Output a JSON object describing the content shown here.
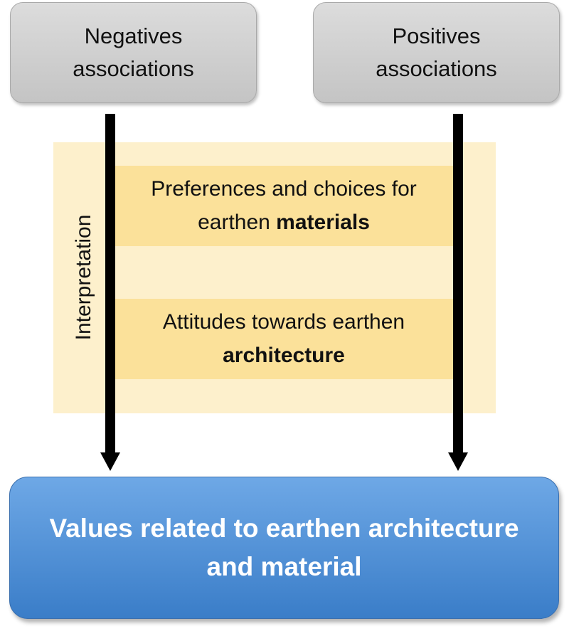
{
  "top_boxes": {
    "left": {
      "line1": "Negatives",
      "line2": "associations"
    },
    "right": {
      "line1": "Positives",
      "line2": "associations"
    }
  },
  "side_label": "Interpretation",
  "bands": [
    {
      "line1": "Preferences and choices for",
      "line2_plain": "earthen ",
      "line2_bold": "materials"
    },
    {
      "line1": "Attitudes towards earthen",
      "line2_plain": "",
      "line2_bold": "architecture"
    }
  ],
  "bottom_box": {
    "line1": "Values related to earthen architecture",
    "line2": "and material"
  },
  "colors": {
    "top_box": "#d0d0d0",
    "panel": "#fdf0cc",
    "band": "#fbe19a",
    "arrow": "#000000",
    "bottom_box": "#4a8ad6"
  }
}
